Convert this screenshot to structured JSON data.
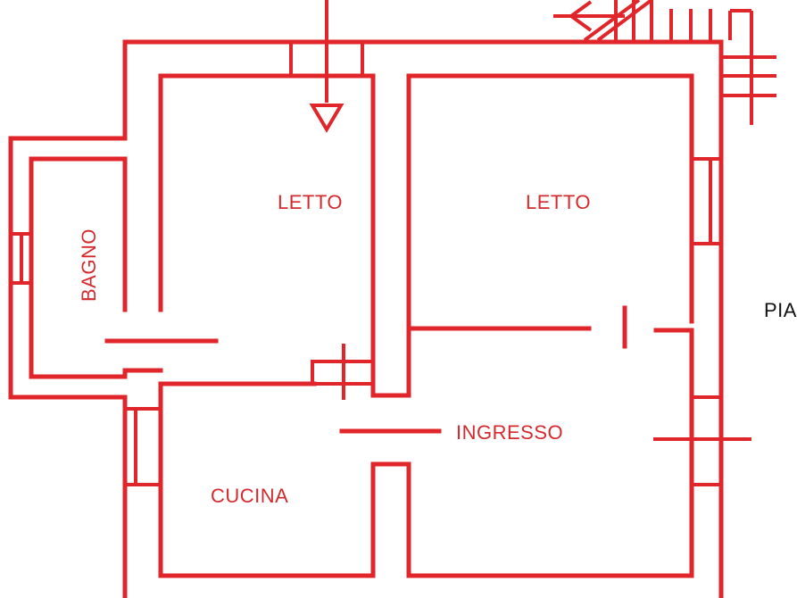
{
  "colors": {
    "wall": "#e0262a",
    "room_label": "#d42a2e",
    "exterior_label": "#111111",
    "background": "#ffffff"
  },
  "rooms": {
    "letto_left": "LETTO",
    "letto_right": "LETTO",
    "bagno": "BAGNO",
    "ingresso": "INGRESSO",
    "cucina": "CUCINA"
  },
  "exterior_label": "PIA"
}
